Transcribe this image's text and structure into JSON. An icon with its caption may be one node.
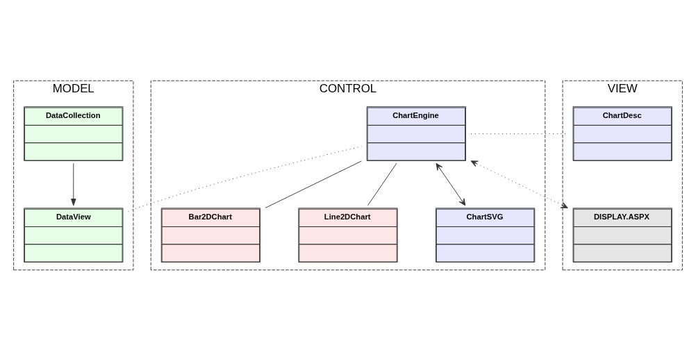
{
  "diagram": {
    "nodes": [
      {
        "text": [
          "MODEL"
        ]
      },
      {
        "text": [
          "DataView"
        ],
        "in": 0
      },
      {
        "text": [
          "DataCollection"
        ],
        "in": 0
      },
      {
        "text": [
          "CONTROL"
        ]
      },
      {
        "text": [
          "ChartEngine"
        ],
        "in": 3
      },
      {
        "text": [
          "Bar2DChart"
        ],
        "in": 3
      },
      {
        "text": [
          "Line2DChart"
        ],
        "in": 3
      },
      {
        "text": [
          "ChartSVG"
        ],
        "in": 3
      },
      {
        "text": [
          "VIEW"
        ]
      },
      {
        "text": [
          "DISPLAY.ASPX"
        ],
        "in": 8
      },
      {
        "text": [
          "ChartDesc"
        ],
        "in": 8
      }
    ],
    "edges": [
      {
        "from": 2,
        "to": 1,
        "arrow": "to"
      },
      {
        "from": 1,
        "to": 4,
        "arrow": "none",
        "style": "dashed"
      },
      {
        "from": 4,
        "to": 10,
        "arrow": "none",
        "style": "dashed"
      },
      {
        "from": 4,
        "to": 9,
        "arrow": "both",
        "style": "dashed"
      },
      {
        "from": 4,
        "to": 5,
        "arrow": "none"
      },
      {
        "from": 4,
        "to": 6,
        "arrow": "none"
      },
      {
        "from": 4,
        "to": 7,
        "arrow": "both"
      }
    ]
  }
}
